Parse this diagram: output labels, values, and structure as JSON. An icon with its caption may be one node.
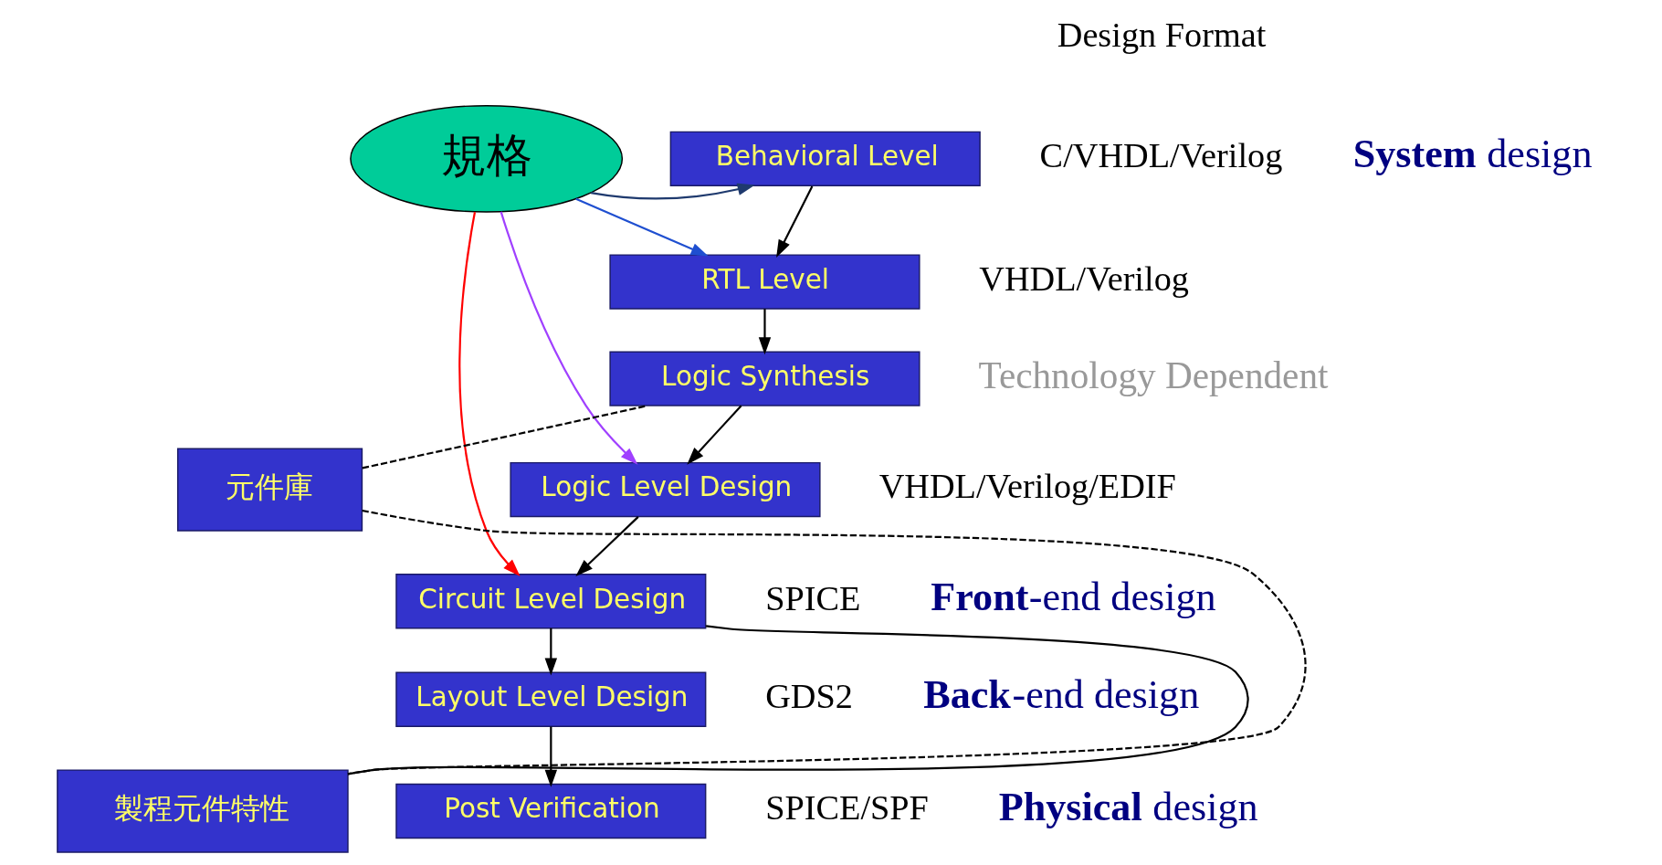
{
  "diagram": {
    "nodes": [
      {
        "text": [
          "規格"
        ]
      },
      {
        "text": [
          "Behavioral Level"
        ]
      },
      {
        "text": [
          "RTL Level"
        ]
      },
      {
        "text": [
          "Logic Synthesis"
        ]
      },
      {
        "text": [
          "Logic Level Design"
        ]
      },
      {
        "text": [
          "Circuit Level Design"
        ]
      },
      {
        "text": [
          "Layout Level Design"
        ]
      },
      {
        "text": [
          "Post Verification"
        ]
      },
      {
        "text": [
          "元件庫"
        ]
      },
      {
        "text": [
          "製程元件特性"
        ]
      }
    ],
    "edges": [
      {
        "from": 0,
        "to": 1,
        "arrow": "to",
        "color": "#1f3a6e"
      },
      {
        "from": 0,
        "to": 2,
        "arrow": "to",
        "color": "#1f4fd0"
      },
      {
        "from": 0,
        "to": 4,
        "arrow": "to",
        "color": "#a040ff"
      },
      {
        "from": 0,
        "to": 5,
        "arrow": "to",
        "color": "#ff0000"
      },
      {
        "from": 1,
        "to": 2,
        "arrow": "to"
      },
      {
        "from": 2,
        "to": 3,
        "arrow": "to"
      },
      {
        "from": 3,
        "to": 4,
        "arrow": "to"
      },
      {
        "from": 4,
        "to": 5,
        "arrow": "to"
      },
      {
        "from": 5,
        "to": 6,
        "arrow": "to"
      },
      {
        "from": 6,
        "to": 7,
        "arrow": "to"
      },
      {
        "from": 8,
        "to": 3,
        "arrow": "none",
        "style": "dashed"
      },
      {
        "from": 8,
        "to": 9,
        "arrow": "none",
        "style": "dashed"
      },
      {
        "from": 9,
        "to": 5,
        "arrow": "none"
      }
    ],
    "labels": [
      "Design Format",
      "C/VHDL/Verilog",
      "**System** design",
      "VHDL/Verilog",
      "Technology Dependent",
      "VHDL/Verilog/EDIF",
      "SPICE",
      "**Front**-end design",
      "GDS2",
      "**Back**-end design",
      "SPICE/SPF",
      "**Physical** design"
    ]
  }
}
